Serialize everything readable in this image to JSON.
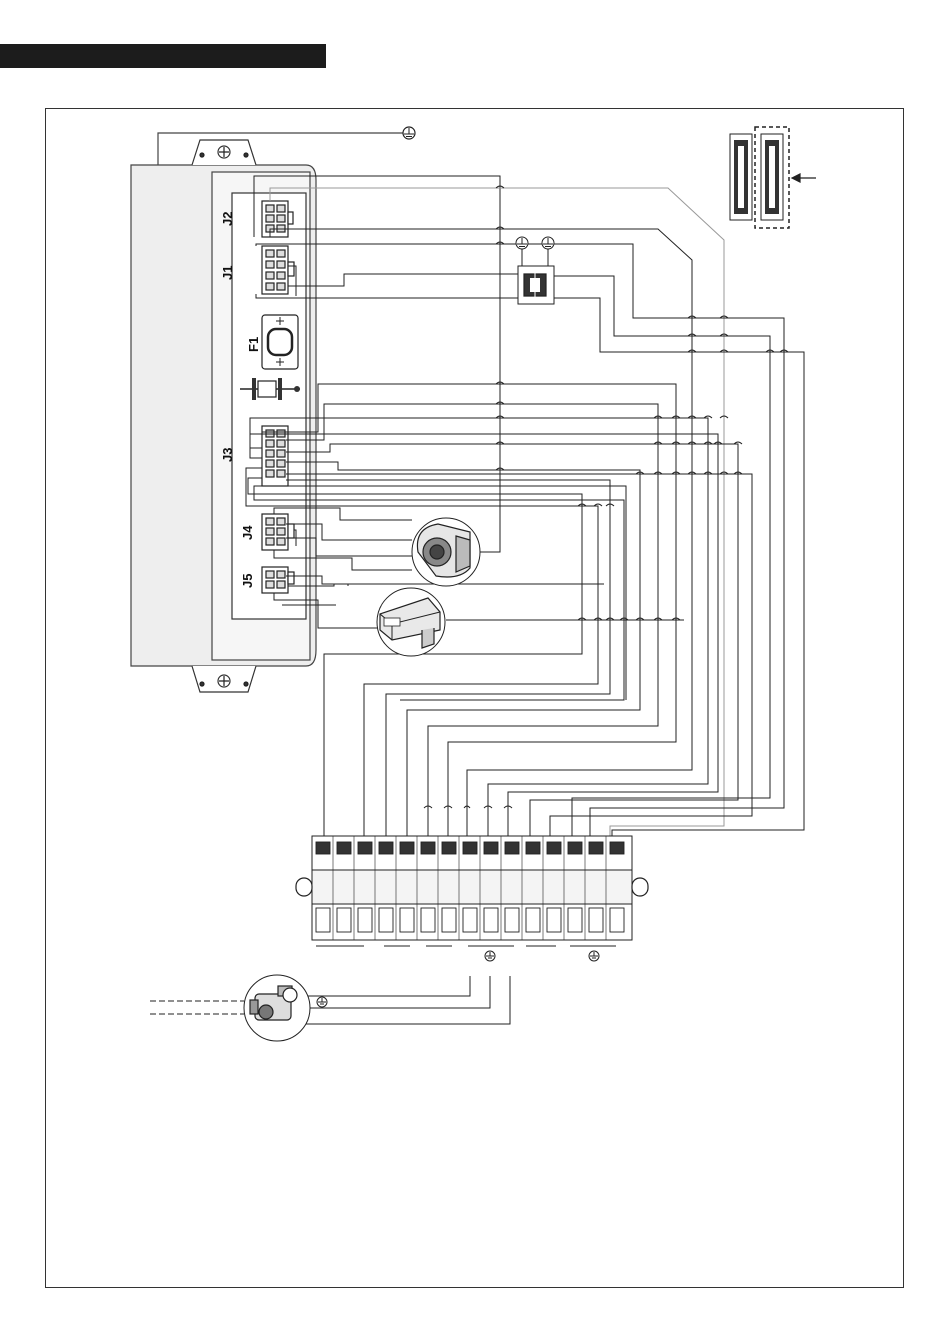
{
  "header": {
    "bar_color": "#1c1c1c"
  },
  "connectors": {
    "j2": "J2",
    "j1": "J1",
    "f1": "F1",
    "j3": "J3",
    "j4": "J4",
    "j5": "J5"
  },
  "components": [
    "control-board",
    "flow-switch",
    "fan-motor",
    "sensor-plug",
    "terminal-strip",
    "circulation-pump",
    "remote-module-inset"
  ],
  "colors": {
    "line": "#222222",
    "panel": "#eeeeee",
    "ground_wire": "#888888"
  }
}
